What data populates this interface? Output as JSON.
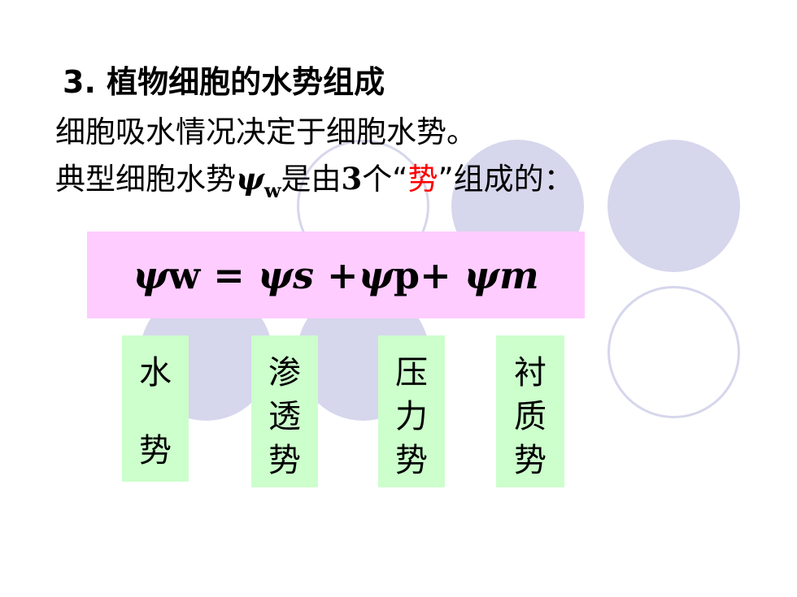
{
  "slide": {
    "title": "3. 植物细胞的水势组成",
    "line1": "细胞吸水情况决定于细胞水势。",
    "line2": {
      "prefix": "典型细胞水势",
      "psi": "ψ",
      "subscript": "w",
      "middle": "是由",
      "number": "3",
      "suffix1": "个“",
      "highlight": "势",
      "suffix2": "”组成的："
    },
    "formula": {
      "psi1": "ψ",
      "w": "w",
      "eq": " = ",
      "psi2": "ψ",
      "s": "s",
      "plus1": " +",
      "psi3": "ψ",
      "p": "p",
      "plus2": "+ ",
      "psi4": "ψ",
      "m": "m"
    },
    "boxes": [
      {
        "chars": [
          "水",
          "势"
        ]
      },
      {
        "chars": [
          "渗",
          "透",
          "势"
        ]
      },
      {
        "chars": [
          "压",
          "力",
          "势"
        ]
      },
      {
        "chars": [
          "衬",
          "质",
          "势"
        ]
      }
    ]
  },
  "colors": {
    "highlight": "#ff0000",
    "formula_bg": "#ffccff",
    "box_bg": "#ccffcc",
    "circle": "#d6d6ec"
  }
}
